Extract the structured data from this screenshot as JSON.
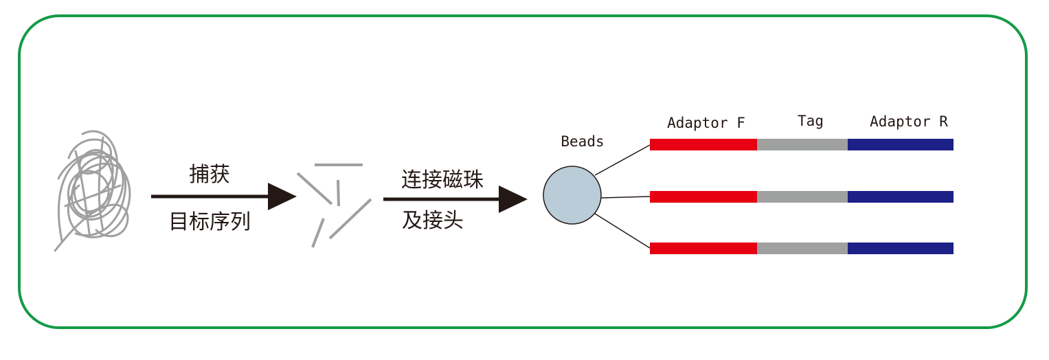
{
  "arrow1": {
    "label_top": "捕获",
    "label_bottom": "目标序列"
  },
  "arrow2": {
    "label_top": "连接磁珠",
    "label_bottom": "及接头"
  },
  "bead": {
    "label": "Beads",
    "fill": "#b9ccd8"
  },
  "construct": {
    "segments": [
      {
        "label": "Adaptor F",
        "color": "#e60012"
      },
      {
        "label": "Tag",
        "color": "#9fa0a0"
      },
      {
        "label": "Adaptor R",
        "color": "#1d2087"
      }
    ],
    "copies": 3
  },
  "colors": {
    "frame": "#159a47",
    "arrow": "#231815",
    "dna": "#9fa0a0"
  }
}
